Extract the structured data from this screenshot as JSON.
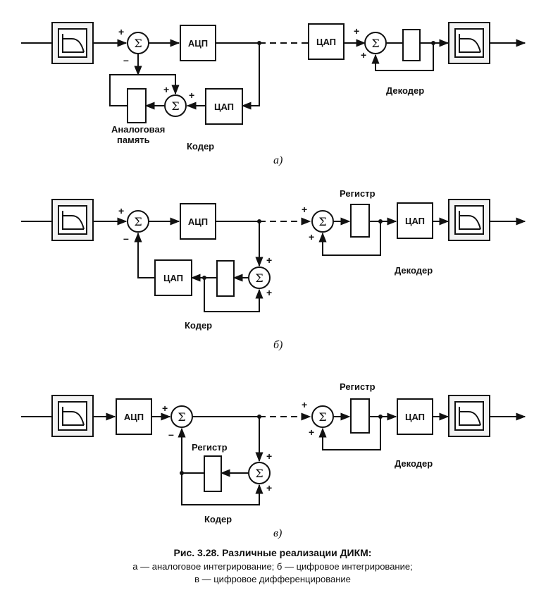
{
  "labels": {
    "adc": "АЦП",
    "dac": "ЦАП",
    "sigma": "Σ",
    "plus": "+",
    "minus": "–",
    "encoder": "Кодер",
    "decoder": "Декодер",
    "register": "Регистр",
    "analog_memory_line1": "Аналоговая",
    "analog_memory_line2": "память"
  },
  "subfigures": {
    "a": "а)",
    "b": "б)",
    "v": "в)"
  },
  "caption": {
    "title": "Рис. 3.28. Различные реализации ДИКМ:",
    "line2": "а — аналоговое интегрирование; б — цифровое интегрирование;",
    "line3": "в — цифровое дифференцирование"
  }
}
